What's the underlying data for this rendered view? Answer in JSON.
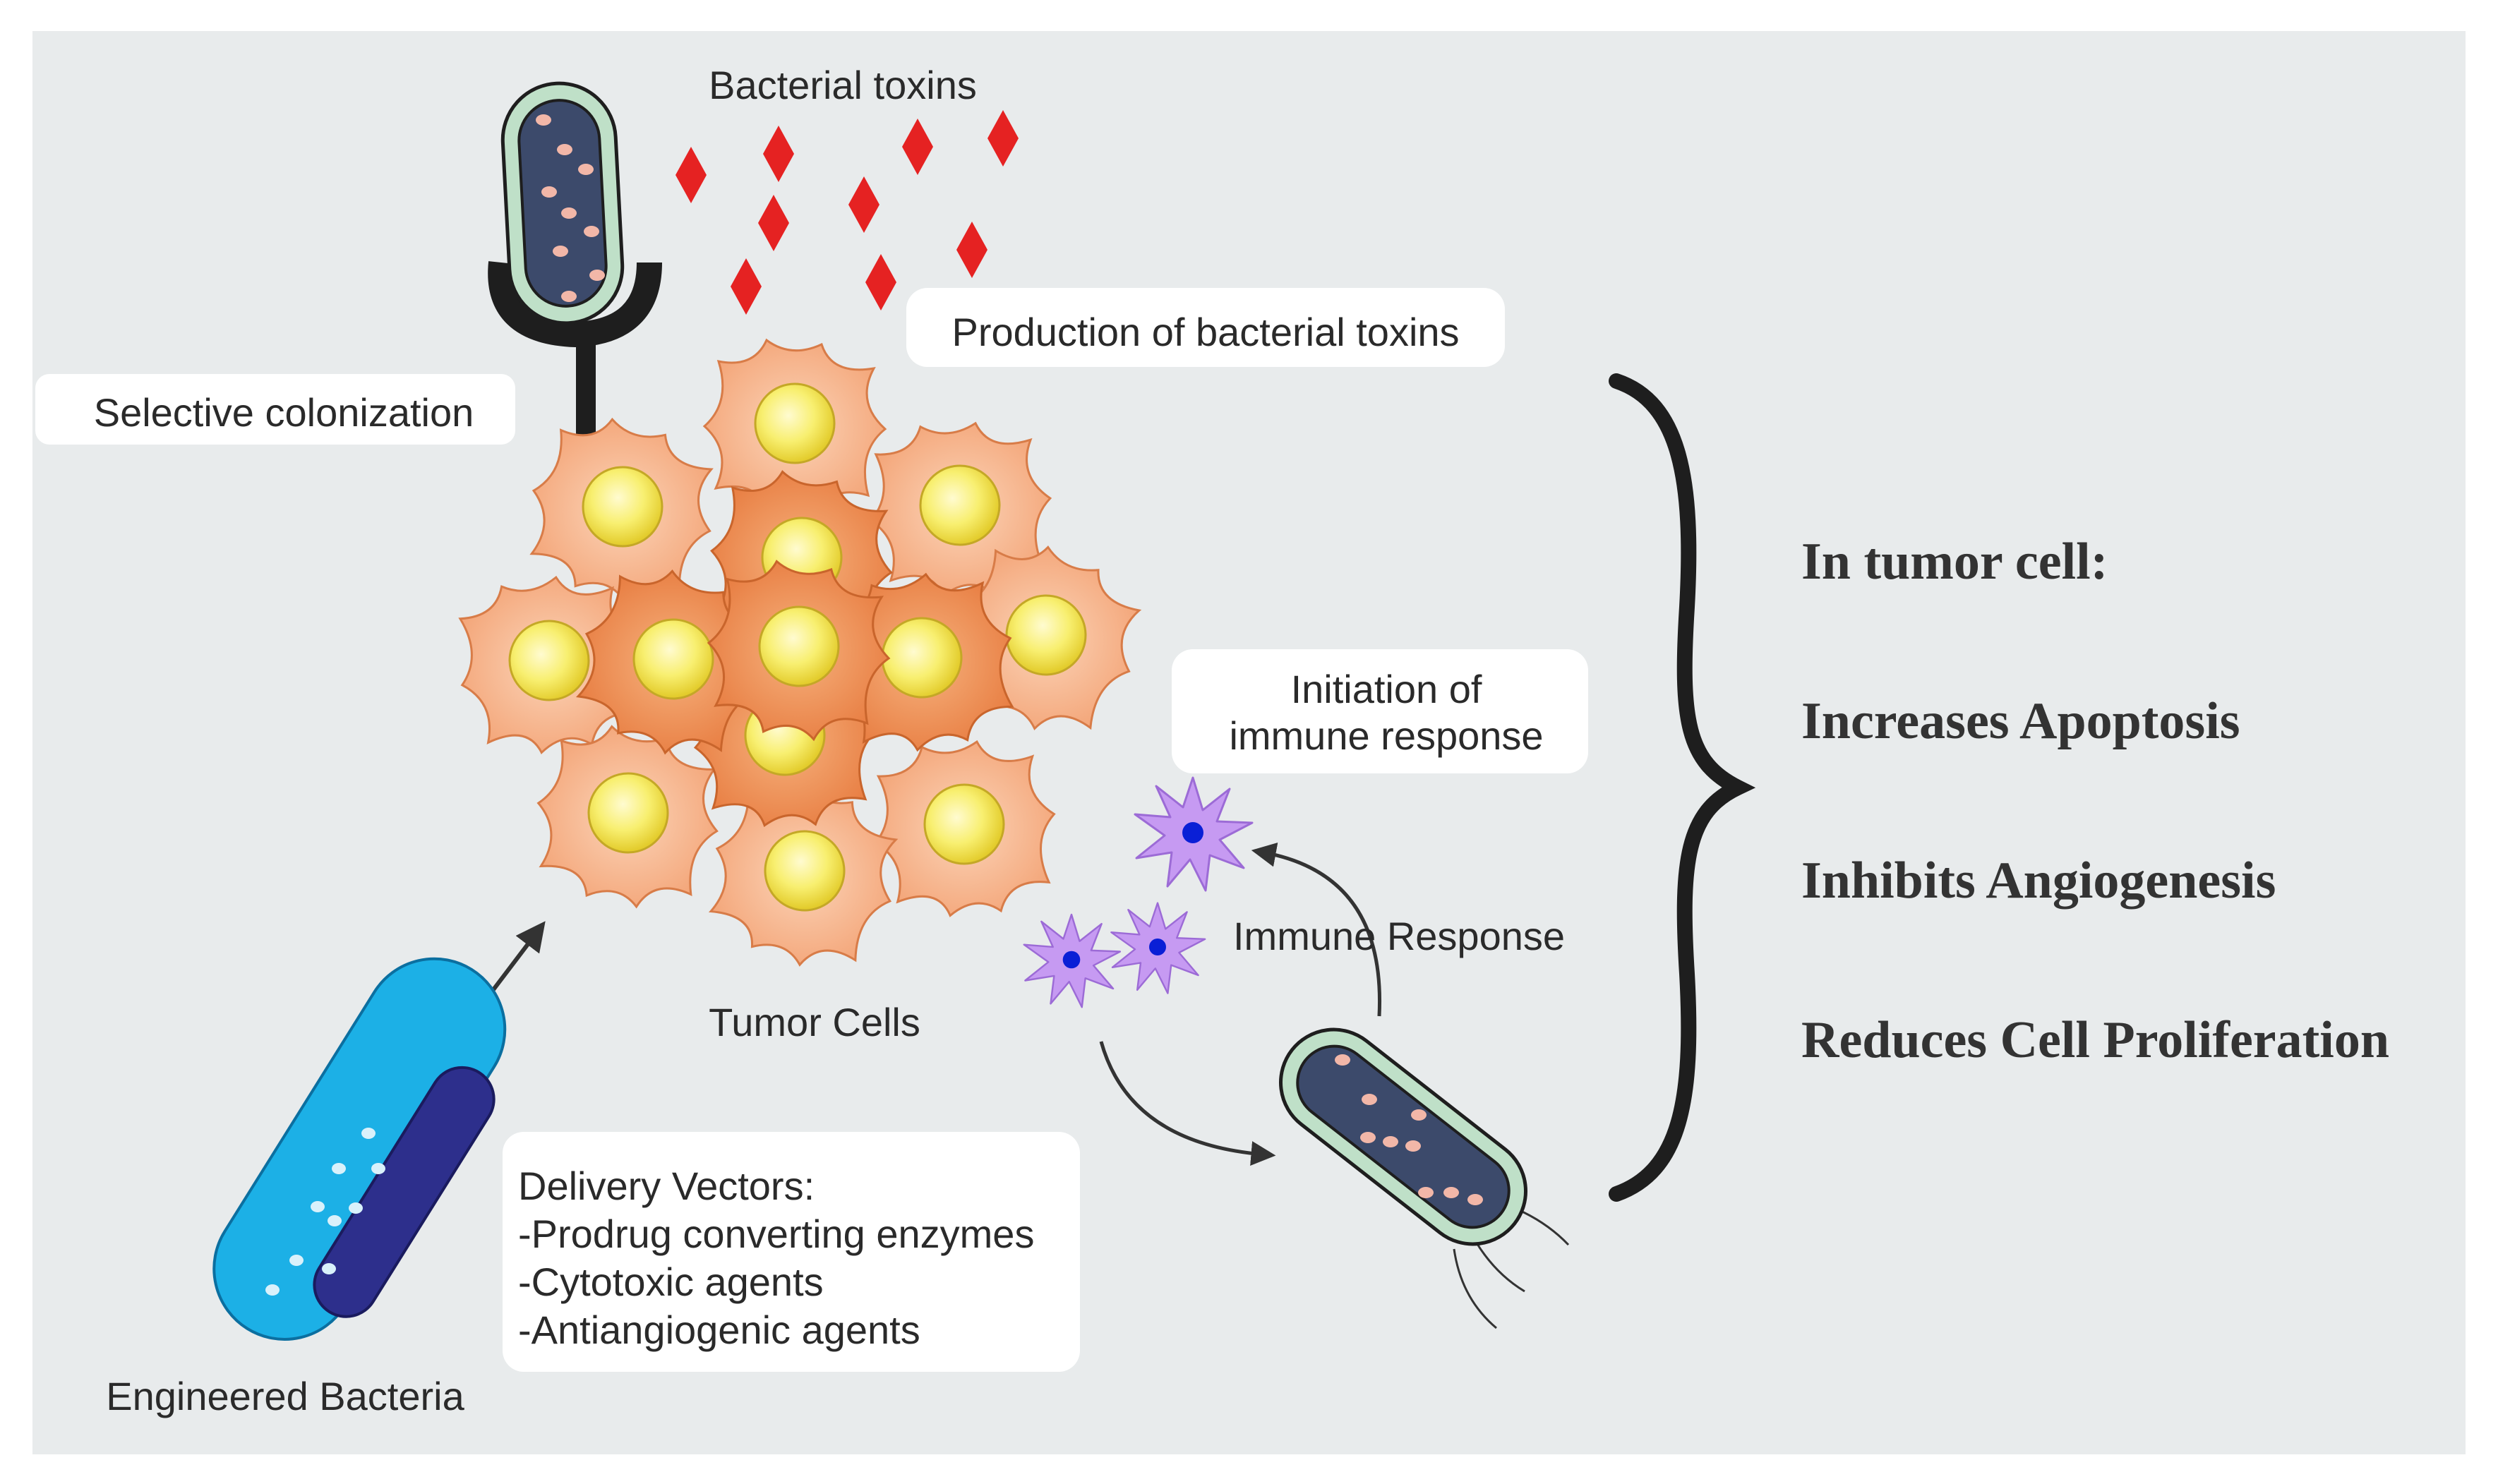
{
  "labels": {
    "bacterial_toxins": "Bacterial toxins",
    "production_of_toxins": "Production of bacterial toxins",
    "selective_colonization": "Selective colonization",
    "initiation_line1": "Initiation of",
    "initiation_line2": "immune response",
    "immune_response": "Immune Response",
    "tumor_cells": "Tumor Cells",
    "engineered_bacteria": "Engineered Bacteria",
    "delivery": {
      "title": "Delivery Vectors:",
      "items": [
        "-Prodrug converting enzymes",
        "-Cytotoxic agents",
        "-Antiangiogenic agents"
      ]
    }
  },
  "effects": {
    "heading": "In tumor cell:",
    "items": [
      "Increases Apoptosis",
      "Inhibits Angiogenesis",
      "Reduces Cell Proliferation"
    ]
  },
  "colors": {
    "background": "#e8ebec",
    "toxin": "#e52222",
    "tumor_light": "#f6ae88",
    "tumor_dark": "#ef8a55",
    "nucleus": "#f4e84a",
    "bacterium_body": "#3c4a6b",
    "bacterium_membrane": "#bfe0c8",
    "engineered_cyan": "#1cb0e6",
    "engineered_navy": "#2d2f8c",
    "immune_cell": "#c69af2",
    "immune_nucleus": "#0a1fd6"
  }
}
